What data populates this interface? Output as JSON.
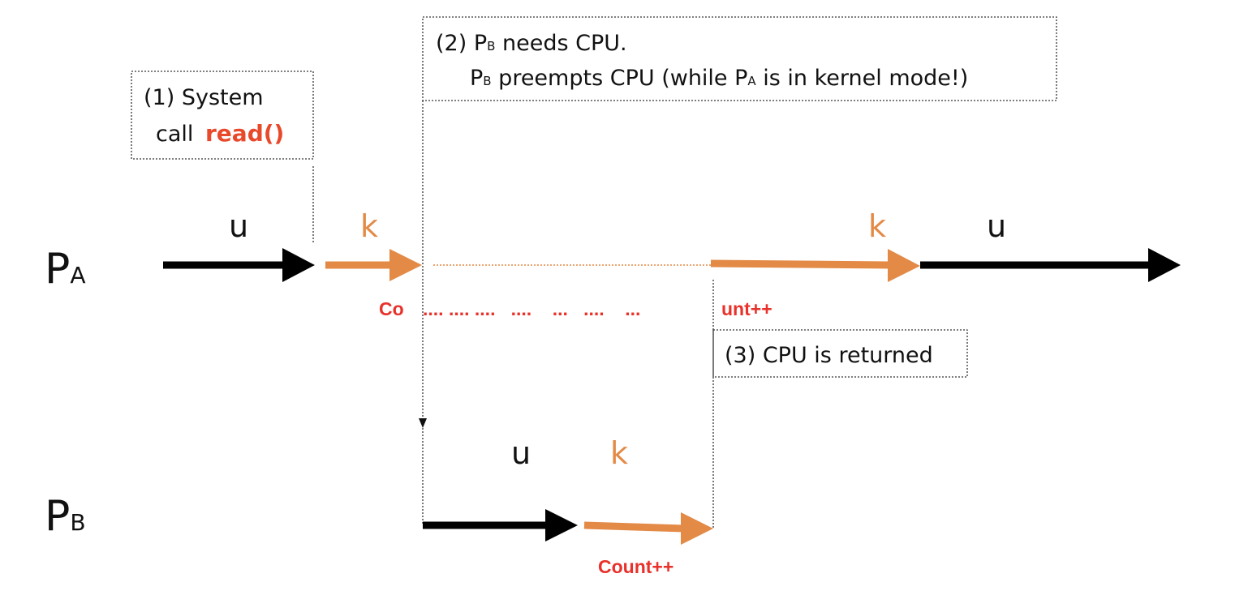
{
  "colors": {
    "user_arrow": "#000000",
    "kernel_arrow": "#e38a46",
    "kernel_label": "#e38a46",
    "highlight_red": "#e8312a",
    "dotted_line": "#333333"
  },
  "processes": {
    "pa": {
      "letter": "P",
      "subscript": "A"
    },
    "pb": {
      "letter": "P",
      "subscript": "B"
    }
  },
  "mode_labels": {
    "pa_user_1": "u",
    "pa_kernel_1": "k",
    "pa_kernel_2": "k",
    "pa_user_2": "u",
    "pb_user": "u",
    "pb_kernel": "k"
  },
  "notes": {
    "note1": {
      "line1": "(1) System",
      "line2_prefix": "call",
      "line2_highlight": "read()"
    },
    "note2": {
      "line1_prefix": "(2) P",
      "line1_sub": "B",
      "line1_suffix": " needs CPU.",
      "line2_prefix": "P",
      "line2_sub": "B",
      "line2_mid": " preempts  CPU (while P",
      "line2_sub2": "A",
      "line2_suffix": " is in kernel mode!)"
    },
    "note3": {
      "text": "(3) CPU is returned"
    }
  },
  "counters": {
    "pa_start": "Co",
    "pa_dots": ".... .... ....   ....    ...   ....    ...",
    "pa_end": "unt++",
    "pb": "Count++"
  }
}
